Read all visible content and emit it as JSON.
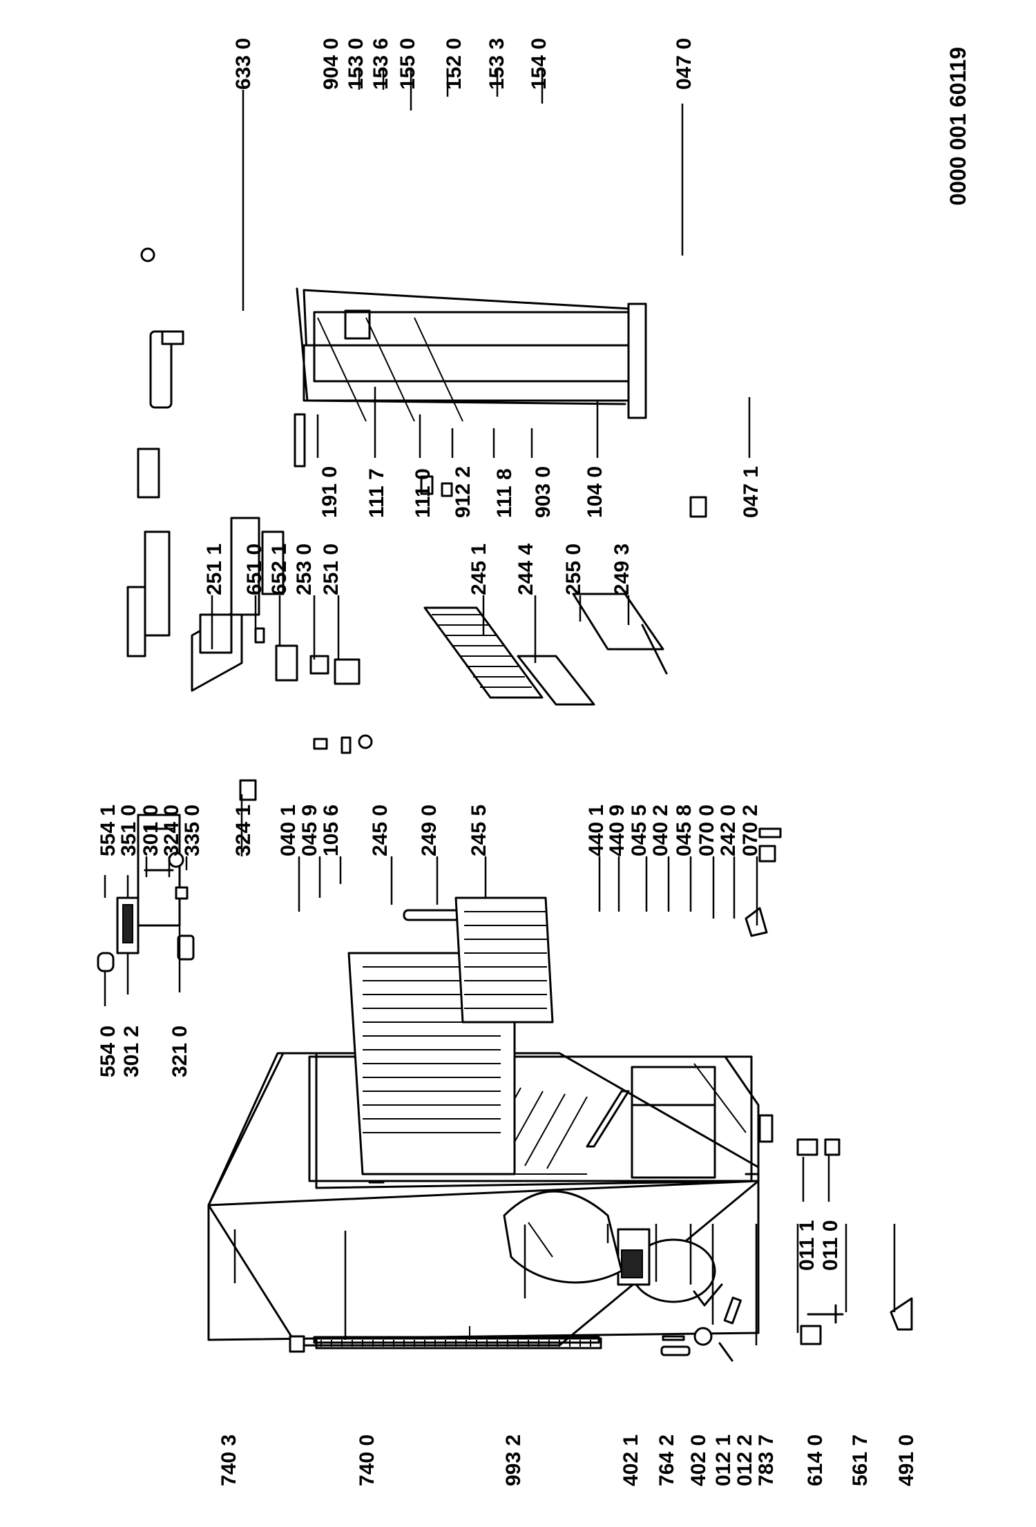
{
  "document_id": "0000 001 60119",
  "labels": [
    {
      "id": "l_740_3",
      "text": "740 3"
    },
    {
      "id": "l_740_0",
      "text": "740 0"
    },
    {
      "id": "l_993_2",
      "text": "993 2"
    },
    {
      "id": "l_402_1",
      "text": "402 1"
    },
    {
      "id": "l_764_2",
      "text": "764 2"
    },
    {
      "id": "l_402_0",
      "text": "402 0"
    },
    {
      "id": "l_012_1",
      "text": "012 1"
    },
    {
      "id": "l_012_2",
      "text": "012 2"
    },
    {
      "id": "l_783_7",
      "text": "783 7"
    },
    {
      "id": "l_614_0",
      "text": "614 0"
    },
    {
      "id": "l_561_7",
      "text": "561 7"
    },
    {
      "id": "l_491_0",
      "text": "491 0"
    },
    {
      "id": "l_011_1",
      "text": "011 1"
    },
    {
      "id": "l_011_0",
      "text": "011 0"
    },
    {
      "id": "l_554_0",
      "text": "554 0"
    },
    {
      "id": "l_301_2",
      "text": "301 2"
    },
    {
      "id": "l_321_0",
      "text": "321 0"
    },
    {
      "id": "l_554_1",
      "text": "554 1"
    },
    {
      "id": "l_351_0",
      "text": "351 0"
    },
    {
      "id": "l_301_0",
      "text": "301 0"
    },
    {
      "id": "l_324_0",
      "text": "324 0"
    },
    {
      "id": "l_335_0",
      "text": "335 0"
    },
    {
      "id": "l_324_1",
      "text": "324 1"
    },
    {
      "id": "l_040_1",
      "text": "040 1"
    },
    {
      "id": "l_045_9",
      "text": "045 9"
    },
    {
      "id": "l_105_6",
      "text": "105 6"
    },
    {
      "id": "l_245_0",
      "text": "245 0"
    },
    {
      "id": "l_249_0",
      "text": "249 0"
    },
    {
      "id": "l_245_5",
      "text": "245 5"
    },
    {
      "id": "l_440_1",
      "text": "440 1"
    },
    {
      "id": "l_440_9",
      "text": "440 9"
    },
    {
      "id": "l_045_5",
      "text": "045 5"
    },
    {
      "id": "l_040_2",
      "text": "040 2"
    },
    {
      "id": "l_045_8",
      "text": "045 8"
    },
    {
      "id": "l_070_0",
      "text": "070 0"
    },
    {
      "id": "l_242_0",
      "text": "242 0"
    },
    {
      "id": "l_070_2",
      "text": "070 2"
    },
    {
      "id": "l_251_1",
      "text": "251 1"
    },
    {
      "id": "l_651_0",
      "text": "651 0"
    },
    {
      "id": "l_652_1",
      "text": "652 1"
    },
    {
      "id": "l_253_0",
      "text": "253 0"
    },
    {
      "id": "l_251_0",
      "text": "251 0"
    },
    {
      "id": "l_245_1",
      "text": "245 1"
    },
    {
      "id": "l_244_4",
      "text": "244 4"
    },
    {
      "id": "l_255_0",
      "text": "255 0"
    },
    {
      "id": "l_249_3",
      "text": "249 3"
    },
    {
      "id": "l_191_0",
      "text": "191 0"
    },
    {
      "id": "l_111_7",
      "text": "111 7"
    },
    {
      "id": "l_111_0",
      "text": "111 0"
    },
    {
      "id": "l_912_2",
      "text": "912 2"
    },
    {
      "id": "l_111_8",
      "text": "111 8"
    },
    {
      "id": "l_903_0",
      "text": "903 0"
    },
    {
      "id": "l_104_0",
      "text": "104 0"
    },
    {
      "id": "l_047_1",
      "text": "047 1"
    },
    {
      "id": "l_047_0",
      "text": "047 0"
    },
    {
      "id": "l_633_0",
      "text": "633 0"
    },
    {
      "id": "l_904_0",
      "text": "904 0"
    },
    {
      "id": "l_153_0",
      "text": "153 0"
    },
    {
      "id": "l_153_6",
      "text": "153 6"
    },
    {
      "id": "l_155_0",
      "text": "155 0"
    },
    {
      "id": "l_152_0",
      "text": "152 0"
    },
    {
      "id": "l_153_3",
      "text": "153 3"
    },
    {
      "id": "l_154_0",
      "text": "154 0"
    }
  ]
}
